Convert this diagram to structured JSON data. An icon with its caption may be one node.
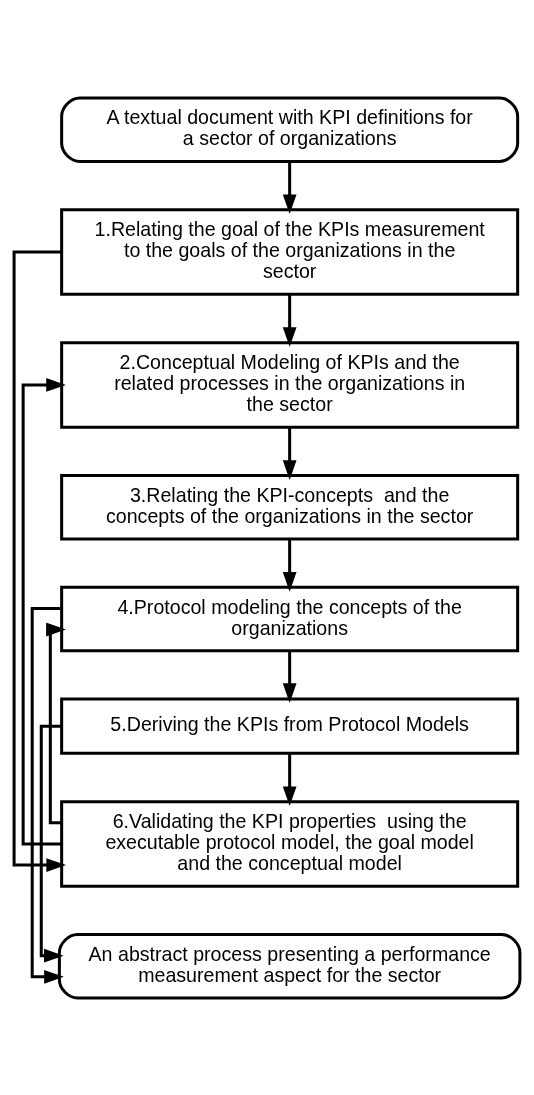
{
  "diagram": {
    "nodes": [
      {
        "text": [
          "A textual document with KPI definitions for a sector of organizations"
        ]
      },
      {
        "text": [
          "1.Relating the goal of the KPIs measurement to the goals of the organizations in the sector"
        ]
      },
      {
        "text": [
          "2.Conceptual Modeling of KPIs and the related processes in the organizations in the sector"
        ]
      },
      {
        "text": [
          "3.Relating the KPI-concepts  and the concepts of the organizations in the sector"
        ]
      },
      {
        "text": [
          "4.Protocol modeling the concepts of the organizations"
        ]
      },
      {
        "text": [
          "5.Deriving the KPIs from Protocol Models"
        ]
      },
      {
        "text": [
          "6.Validating the KPI properties  using the executable protocol model, the goal model and the conceptual model"
        ]
      },
      {
        "text": [
          "An abstract process presenting a performance measurement aspect for the sector"
        ]
      }
    ],
    "edges": [
      {
        "from": 0,
        "to": 1,
        "arrow": "to"
      },
      {
        "from": 1,
        "to": 2,
        "arrow": "to"
      },
      {
        "from": 2,
        "to": 3,
        "arrow": "to"
      },
      {
        "from": 3,
        "to": 4,
        "arrow": "to"
      },
      {
        "from": 4,
        "to": 5,
        "arrow": "to"
      },
      {
        "from": 5,
        "to": 6,
        "arrow": "to"
      },
      {
        "from": 1,
        "to": 6,
        "arrow": "to"
      },
      {
        "from": 6,
        "to": 2,
        "arrow": "to"
      },
      {
        "from": 6,
        "to": 4,
        "arrow": "to"
      },
      {
        "from": 4,
        "to": 7,
        "arrow": "to"
      },
      {
        "from": 5,
        "to": 7,
        "arrow": "to"
      }
    ]
  }
}
